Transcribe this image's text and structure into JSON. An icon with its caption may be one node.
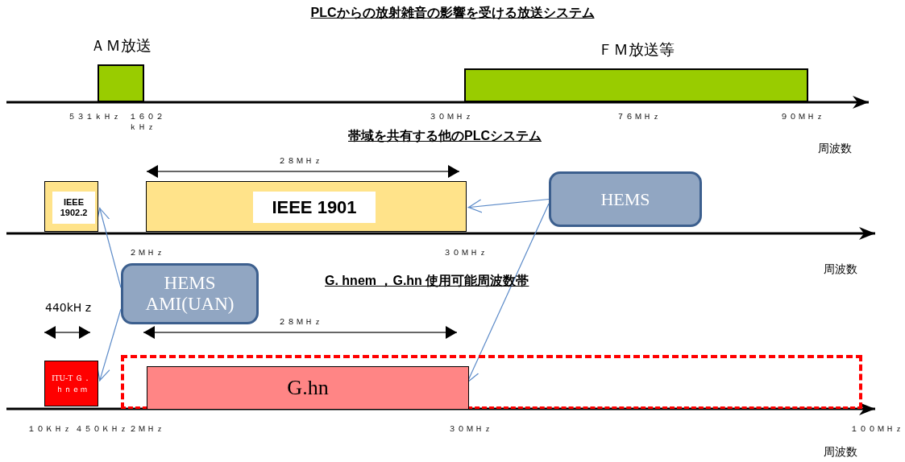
{
  "diagram": {
    "title": "PLCからの放射雑音の影響を受ける放送システム",
    "nodes": [
      {
        "text": [
          "ＡＭ放送"
        ]
      },
      {
        "text": [
          "ＦＭ放送等"
        ]
      },
      {
        "text": [
          "IEEE 1902.2"
        ]
      },
      {
        "text": [
          "IEEE 1901"
        ]
      },
      {
        "text": [
          "HEMS"
        ]
      },
      {
        "text": [
          "HEMS AMI(UAN)"
        ]
      },
      {
        "text": [
          "ITU-T Ｇ．ｈｎｅｍ"
        ]
      },
      {
        "text": [],
        "shape": "box"
      },
      {
        "text": [
          "G.hn"
        ],
        "in": 7
      }
    ],
    "edges": [
      {
        "from": 4,
        "to": 3,
        "arrow": "to"
      },
      {
        "from": 4,
        "to": 8,
        "arrow": "to"
      },
      {
        "from": 5,
        "to": 2,
        "arrow": "to"
      },
      {
        "from": 5,
        "to": 6,
        "arrow": "to"
      }
    ],
    "labels": [
      "５３１ｋＨｚ",
      "１６０２ｋＨｚ",
      "３０ＭＨｚ",
      "７６ＭＨｚ",
      "９０ＭＨｚ",
      "帯域を共有する他のPLCシステム",
      "周波数",
      "２８ＭＨｚ",
      "２ＭＨｚ",
      "３０ＭＨｚ",
      "周波数",
      "G. hnem ，G.hn 使用可能周波数帯",
      "440kH z",
      "２８ＭＨｚ",
      "１０ＫＨｚ",
      "４５０ＫＨｚ",
      "２ＭＨｚ",
      "３０ＭＨｚ",
      "１００ＭＨｚ",
      "周波数"
    ]
  }
}
